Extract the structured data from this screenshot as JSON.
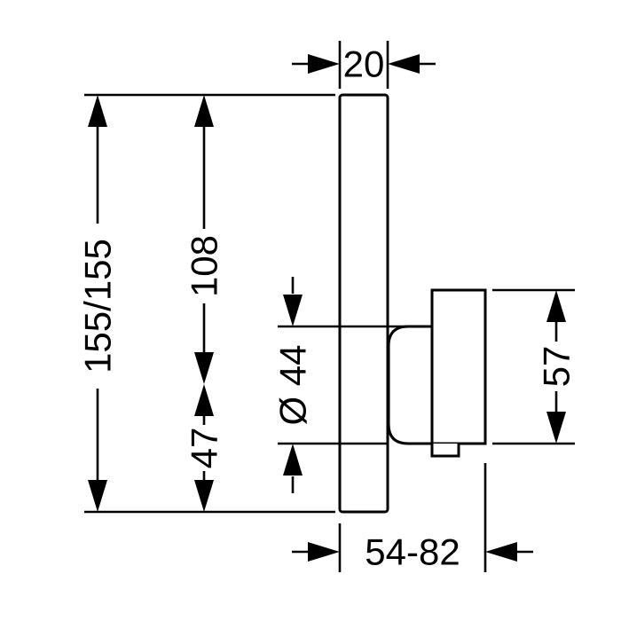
{
  "drawing": {
    "type": "technical-dimension-drawing",
    "view": "side-view-thermostatic-mixer-trim",
    "colors": {
      "line": "#000000",
      "background": "#ffffff"
    },
    "labels": {
      "plate_depth": "20",
      "plate_size": "155/155",
      "top_to_center": "108",
      "center_to_bottom": "47",
      "handle_diameter": "Ø 44",
      "handle_height": "57",
      "installation_depth": "54-82"
    }
  }
}
